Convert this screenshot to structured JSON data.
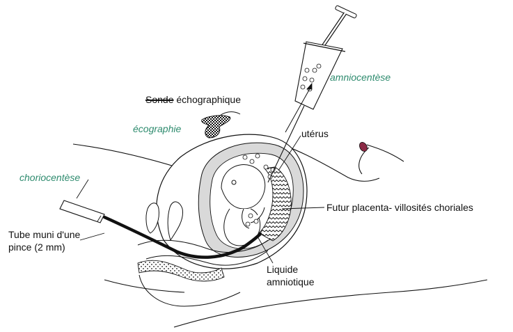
{
  "labels": {
    "amniocentese": "amniocentèse",
    "sonde_struck": "Sonde",
    "sonde_rest": " échographique",
    "ecographie": "écographie",
    "uterus": "utérus",
    "choriocentese": "choriocentèse",
    "placenta": "Futur placenta- villosités choriales",
    "tube_line1": "Tube muni d'une",
    "tube_line2": "pince (2 mm)",
    "liquide_line1": "Liquide",
    "liquide_line2": "amniotique"
  },
  "colors": {
    "accent": "#2e8b6e",
    "ink": "#111111",
    "uterus_fill": "#d9d9d9",
    "nipple": "#8b2a45"
  },
  "icons": {
    "syringe": "syringe-icon",
    "probe": "ultrasound-probe-icon",
    "tube": "chorionic-tube-icon"
  }
}
